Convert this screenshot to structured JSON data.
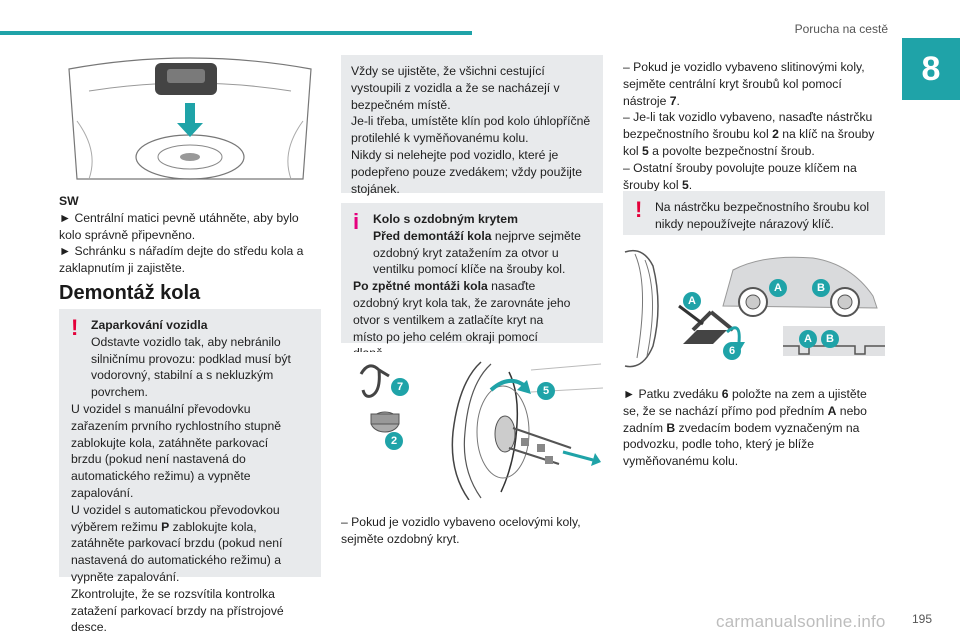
{
  "header": {
    "section_title": "Poruchа na cestě",
    "chapter_number": "8"
  },
  "page_number": "195",
  "watermark": "carmanualsonline.info",
  "col1": {
    "sw_label": "SW",
    "sw_line1": "► Centrální matici pevně utáhněte, aby bylo kolo správně připevněno.",
    "sw_line2": "► Schránku s nářadím dejte do středu kola a zaklapnutím ji zajistěte.",
    "heading": "Demontáž kola",
    "warning_title": "Zaparkování vozidla",
    "warning_text1": "Odstavte vozidlo tak, aby nebránilo silničnímu provozu: podklad musí být vodorovný, stabilní a s nekluzkým povrchem.",
    "warning_text2": "U vozidel s manuální převodovku zařazením prvního rychlostního stupně zablokujte kola, zatáhněte parkovací brzdu (pokud není nastavená do automatického režimu) a vypněte zapalování.",
    "warning_text3_pre": "U vozidel s automatickou převodovkou výběrem režimu ",
    "warning_text3_bold": "P",
    "warning_text3_post": " zablokujte kola, zatáhněte parkovací brzdu (pokud není nastavená do automatického režimu) a vypněte zapalování.",
    "warning_text4": "Zkontrolujte, že se rozsvítila kontrolka zatažení parkovací brzdy na přístrojové desce."
  },
  "col2": {
    "note_text1": "Vždy se ujistěte, že všichni cestující vystoupili z vozidla a že se nacházejí v bezpečném místě.",
    "note_text2": "Je-li třeba, umístěte klín pod kolo úhlopříčně protilehlé k vyměňovanému kolu.",
    "note_text3": "Nikdy si nelehejte pod vozidlo, které je podepřeno pouze zvedákem; vždy použijte stojánek.",
    "info_title": "Kolo s ozdobným krytem",
    "info_bold1": "Před demontáží kola",
    "info_text1": " nejprve sejměte ozdobný kryt zatažením za otvor u ventilku pomocí klíče na šrouby kol.",
    "info_bold2": "Po zpětné montáži kola",
    "info_text2": " nasaďte ozdobný kryt kola tak, že zarovnáte jeho otvor s ventilkem a zatlačíte kryt na místo po jeho celém okraji pomocí dlaně.",
    "fig_labels": {
      "a": "7",
      "b": "5",
      "c": "2"
    },
    "steel_text": "– Pokud je vozidlo vybaveno ocelovými koly, sejměte ozdobný kryt."
  },
  "col3": {
    "line1_pre": "– Pokud je vozidlo vybaveno slitinovými koly, sejměte centrální kryt šroubů kol pomocí nástroje ",
    "line1_bold": "7",
    "line1_post": ".",
    "line2_pre": "– Je-li tak vozidlo vybaveno, nasaďte nástrčku bezpečnostního šroubu kol ",
    "line2_bold1": "2",
    "line2_mid": " na klíč na šrouby kol ",
    "line2_bold2": "5",
    "line2_post": " a povolte bezpečnostní šroub.",
    "line3_pre": "– Ostatní šrouby povolujte pouze klíčem na šrouby kol ",
    "line3_bold": "5",
    "line3_post": ".",
    "warning_text": "Na nástrčku bezpečnostního šroubu kol nikdy nepoužívejte nárazový klíč.",
    "fig_labels": {
      "a": "A",
      "b": "B",
      "six": "6"
    },
    "jack_pre": "► Patku zvedáku ",
    "jack_bold1": "6",
    "jack_mid1": " položte na zem a ujistěte se, že se nachází přímo pod předním ",
    "jack_bold2": "A",
    "jack_mid2": " nebo zadním ",
    "jack_bold3": "B",
    "jack_post": " zvedacím bodem vyznačeným na podvozku, podle toho, který je blíže vyměňovanému kolu."
  },
  "colors": {
    "accent": "#1fa3a8",
    "warning": "#e4003a",
    "info": "#e5007e",
    "callout_bg": "#e8eaec",
    "label_bg": "#1fa3a8"
  }
}
